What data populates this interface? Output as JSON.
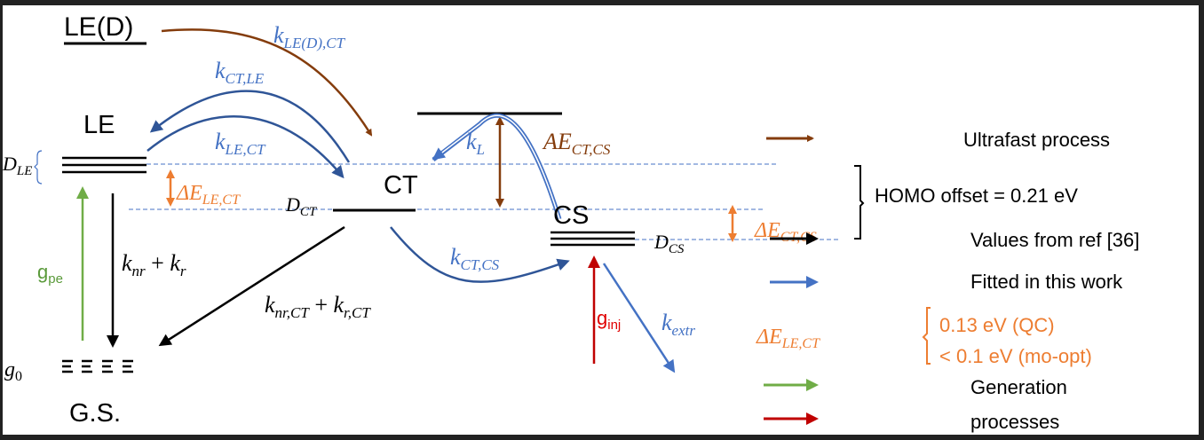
{
  "colors": {
    "brown": "#843c0c",
    "blue": "#4472c4",
    "darkblue": "#2f5597",
    "orange": "#ed7d31",
    "green": "#70ad47",
    "red": "#c00000",
    "black": "#000000",
    "dash": "#4472c4"
  },
  "states": {
    "le_d": "LE(D)",
    "le": "LE",
    "ct": "CT",
    "cs": "CS",
    "gs": "G.S."
  },
  "labels": {
    "k_led_ct": {
      "main": "k",
      "sub": "LE(D),CT"
    },
    "k_ct_le": {
      "main": "k",
      "sub": "CT,LE"
    },
    "k_le_ct": {
      "main": "k",
      "sub": "LE,CT"
    },
    "k_l": {
      "main": "k",
      "sub": "L"
    },
    "ae_ct_cs": {
      "main": "AE",
      "sub": "CT,CS"
    },
    "d_le": {
      "main": "D",
      "sub": "LE"
    },
    "d_ct": {
      "main": "D",
      "sub": "CT"
    },
    "d_cs": {
      "main": "D",
      "sub": "CS"
    },
    "de_le_ct": {
      "main": "ΔE",
      "sub": "LE,CT"
    },
    "de_ct_cs": {
      "main": "ΔE",
      "sub": "CT,CS"
    },
    "k_ct_cs": {
      "main": "k",
      "sub": "CT,CS"
    },
    "k_extr": {
      "main": "k",
      "sub": "extr"
    },
    "g_inj": {
      "main": "g",
      "sub": "inj"
    },
    "g_pe": {
      "main": "g",
      "sub": "pe"
    },
    "g0": {
      "main": "g",
      "sub": "0"
    },
    "knr_kr": {
      "a": "k",
      "a_sub": "nr",
      "plus": " + ",
      "b": "k",
      "b_sub": "r"
    },
    "knrct_krct": {
      "a": "k",
      "a_sub": "nr,CT",
      "plus": " + ",
      "b": "k",
      "b_sub": "r,CT"
    },
    "homo_offset": "HOMO offset = 0.21 eV"
  },
  "legend": {
    "ultrafast": "Ultrafast process",
    "values_ref": "Values from ref [36]",
    "fitted": "Fitted in this work",
    "de_label": {
      "main": "ΔE",
      "sub": "LE,CT"
    },
    "de_qc": "0.13 eV (QC)",
    "de_moopt": "< 0.1 eV (mo-opt)",
    "generation": "Generation",
    "processes": "processes"
  }
}
